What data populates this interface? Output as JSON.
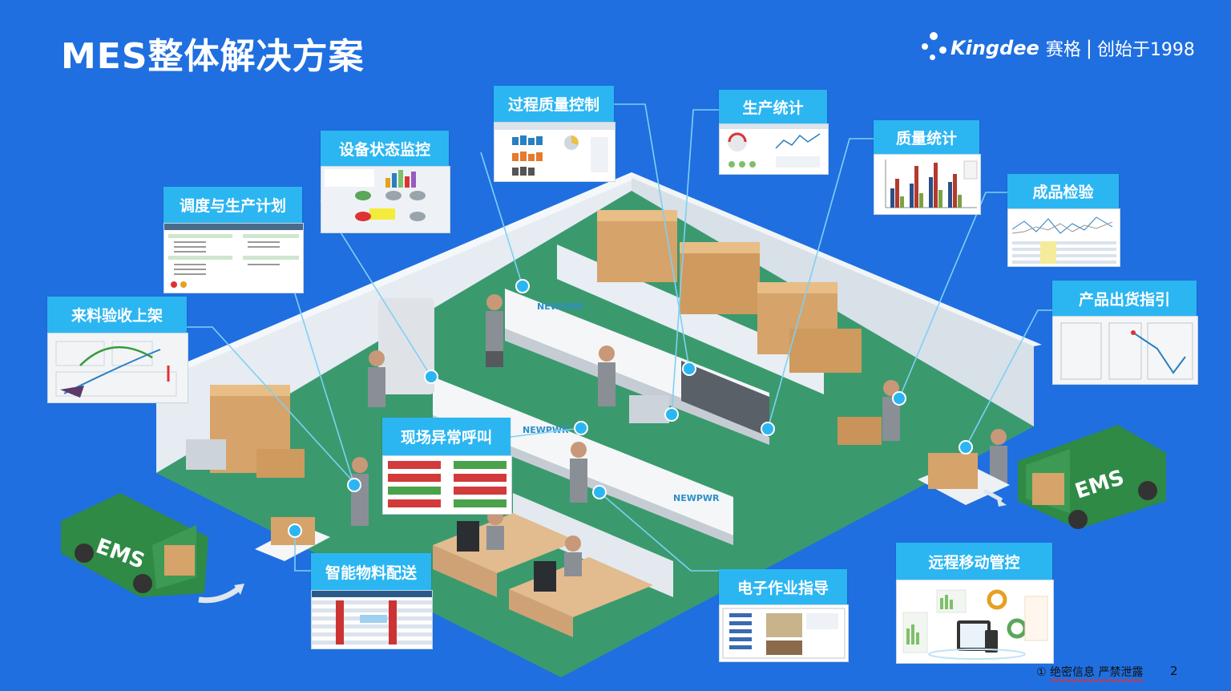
{
  "title": "MES整体解决方案",
  "logo": {
    "brand": "Kingdee",
    "cn": "赛格",
    "tagline": "创始于1998"
  },
  "labels": {
    "process_quality": "过程质量控制",
    "production_stats": "生产统计",
    "quality_stats": "质量统计",
    "equipment_monitor": "设备状态监控",
    "scheduling": "调度与生产计划",
    "product_inspection": "成品检验",
    "incoming_inspection": "来料验收上架",
    "shipping_guide": "产品出货指引",
    "exception_call": "现场异常呼叫",
    "material_delivery": "智能物料配送",
    "electronic_sop": "电子作业指导",
    "remote_mobile": "远程移动管控"
  },
  "scene": {
    "truck_left": "EMS",
    "truck_right": "EMS",
    "machine_brand": "NEWPWR"
  },
  "footer": {
    "confidential_prefix": "①",
    "confidential": "绝密信息 严禁泄露",
    "page_number": "2"
  },
  "colors": {
    "background": "#1f6fe0",
    "label": "#2bb6f2",
    "floor": "#3a9a6e",
    "truck": "#2e8a45"
  }
}
